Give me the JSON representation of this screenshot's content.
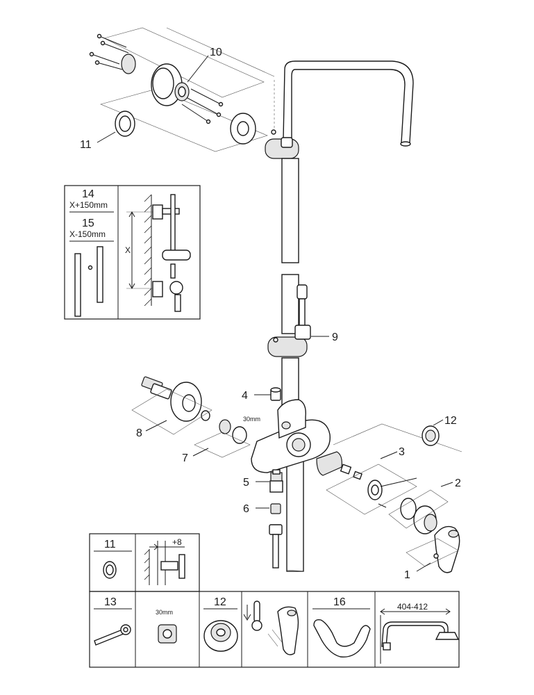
{
  "callouts": {
    "c1": "1",
    "c2": "2",
    "c3": "3",
    "c4": "4",
    "c5": "5",
    "c6": "6",
    "c7": "7",
    "c8": "8",
    "c9": "9",
    "c10": "10",
    "c11": "11",
    "c12": "12"
  },
  "dims": {
    "nut_size": "30mm"
  },
  "inset_rail": {
    "n14": "14",
    "n14_size": "X+150mm",
    "n15": "15",
    "n15_size": "X-150mm",
    "x_label": "X"
  },
  "parts_table": {
    "p11": "11",
    "plus8": "+8",
    "p13": "13",
    "p13_nut": "30mm",
    "p12": "12",
    "p16": "16",
    "reach": "404-412"
  }
}
